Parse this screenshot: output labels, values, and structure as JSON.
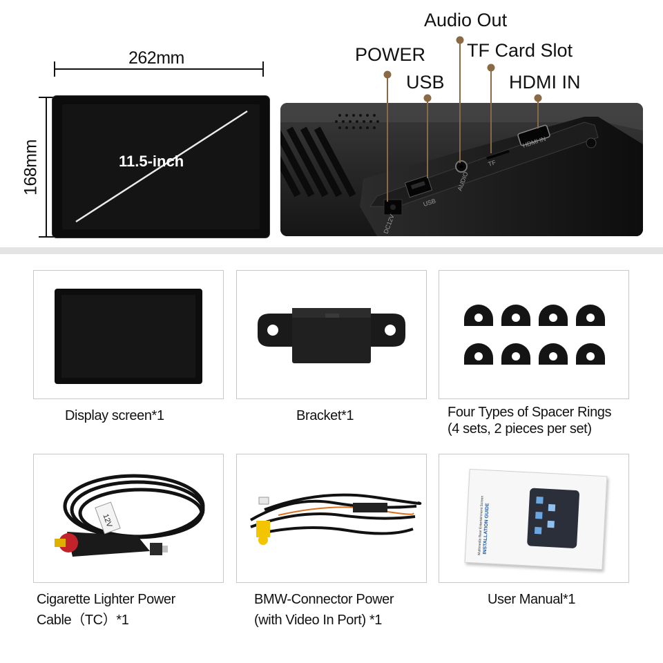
{
  "dimensions": {
    "width": "262mm",
    "height": "168mm",
    "screen_size": "11.5-inch"
  },
  "ports": {
    "power": "POWER",
    "usb": "USB",
    "audio_out": "Audio Out",
    "tf_card_slot": "TF Card Slot",
    "hdmi_in": "HDMI IN"
  },
  "photo_markings": {
    "dc": "DC12V",
    "usb": "USB",
    "audio": "AUDIO",
    "tf": "TF",
    "hdmi": "HDMI IN"
  },
  "items": [
    {
      "caption_line1": "Display screen*1",
      "caption_line2": ""
    },
    {
      "caption_line1": "Bracket*1",
      "caption_line2": ""
    },
    {
      "caption_line1": "Four Types of Spacer Rings",
      "caption_line2": "(4 sets, 2 pieces per set)"
    },
    {
      "caption_line1": "Cigarette Lighter Power",
      "caption_line2": "Cable（TC）*1"
    },
    {
      "caption_line1": "BMW-Connector Power",
      "caption_line2": "(with Video In Port) *1"
    },
    {
      "caption_line1": "User Manual*1",
      "caption_line2": ""
    }
  ],
  "cable_tag": "12V",
  "manual": {
    "subtitle": "Multimedia Rear Entertainment Screen",
    "title": "INSTALLATION GUIDE"
  },
  "colors": {
    "leader_line": "#8a6a44",
    "divider": "#e4e4e4",
    "card_border": "#c8c8c8"
  }
}
